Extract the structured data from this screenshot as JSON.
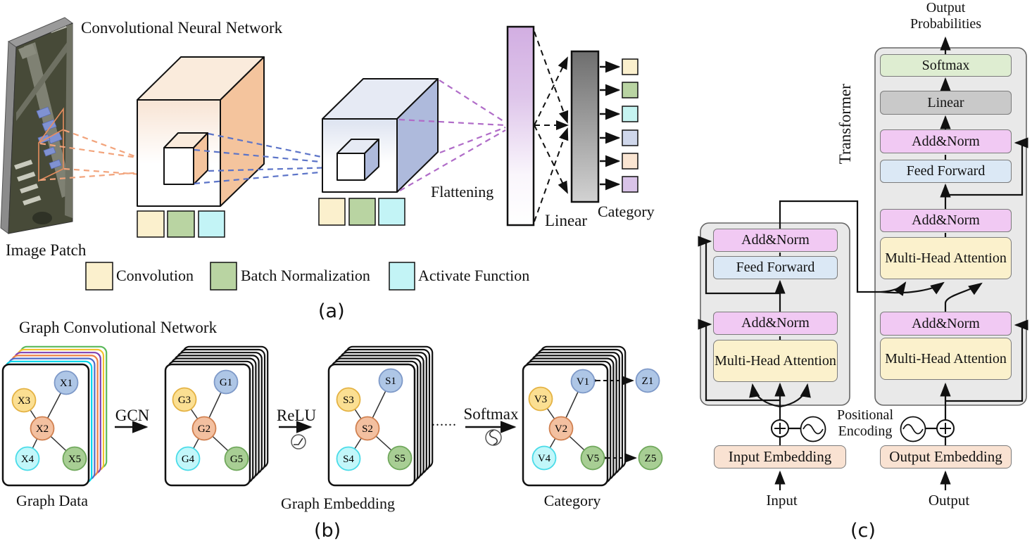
{
  "figure": {
    "caption_a": "(a)",
    "caption_b": "(b)",
    "caption_c": "(c)"
  },
  "panel_a": {
    "title": "Convolutional Neural Network",
    "image_patch_label": "Image Patch",
    "flattening_label": "Flattening",
    "linear_label": "Linear",
    "category_label": "Category",
    "legend": [
      {
        "icon": "convolution-swatch",
        "label": "Convolution",
        "color": "#FBF0CD"
      },
      {
        "icon": "batch-norm-swatch",
        "label": "Batch Normalization",
        "color": "#B9D4A2"
      },
      {
        "icon": "activate-fn-swatch",
        "label": "Activate Function",
        "color": "#C3F4F6"
      }
    ],
    "category_colors": [
      "#FBF0CD",
      "#B9D4A2",
      "#C6F4F1",
      "#CFD7EB",
      "#FAE5D2",
      "#D9C3E8"
    ]
  },
  "panel_b": {
    "title": "Graph Convolutional Network",
    "graph_data_label": "Graph Data",
    "graph_embedding_label": "Graph Embedding",
    "category_label": "Category",
    "gcn_arrow_label": "GCN",
    "relu_arrow_label": "ReLU",
    "softmax_arrow_label": "Softmax",
    "ellipsis": "......",
    "stack1_nodes": [
      "X1",
      "X2",
      "X3",
      "X4",
      "X5"
    ],
    "stack2_nodes": [
      "G1",
      "G2",
      "G3",
      "G4",
      "G5"
    ],
    "stack3_nodes": [
      "S1",
      "S2",
      "S3",
      "S4",
      "S5"
    ],
    "stack4_nodes": [
      "V1",
      "V2",
      "V3",
      "V4",
      "V5"
    ],
    "z_top": "Z1",
    "z_bottom": "Z5",
    "icons": {
      "relu": "relu-curve-icon",
      "softmax": "sigmoid-curve-icon"
    }
  },
  "panel_c": {
    "output_probabilities": "Output Probabilities",
    "transformer_label": "Transformer",
    "positional_encoding": "Positional Encoding",
    "input_label": "Input",
    "output_label": "Output",
    "input_embedding": "Input Embedding",
    "output_embedding": "Output Embedding",
    "encoder_boxes": [
      "Add&Norm",
      "Feed Forward",
      "Add&Norm",
      "Multi-Head Attention"
    ],
    "decoder_boxes": [
      "Softmax",
      "Linear",
      "Add&Norm",
      "Feed Forward",
      "Add&Norm",
      "Multi-Head Attention",
      "Add&Norm",
      "Multi-Head Attention"
    ],
    "icons": {
      "positional": "sine-wave-icon",
      "sum": "plus-circle-icon"
    },
    "colors": {
      "softmax": "#DEEDD1",
      "linear": "#C9C9C9",
      "add_norm": "#F1C9F3",
      "feed_forward": "#DBE8F5",
      "attention": "#FBF1CC",
      "embedding": "#F9E2D2",
      "container": "#E9E9E9"
    }
  }
}
